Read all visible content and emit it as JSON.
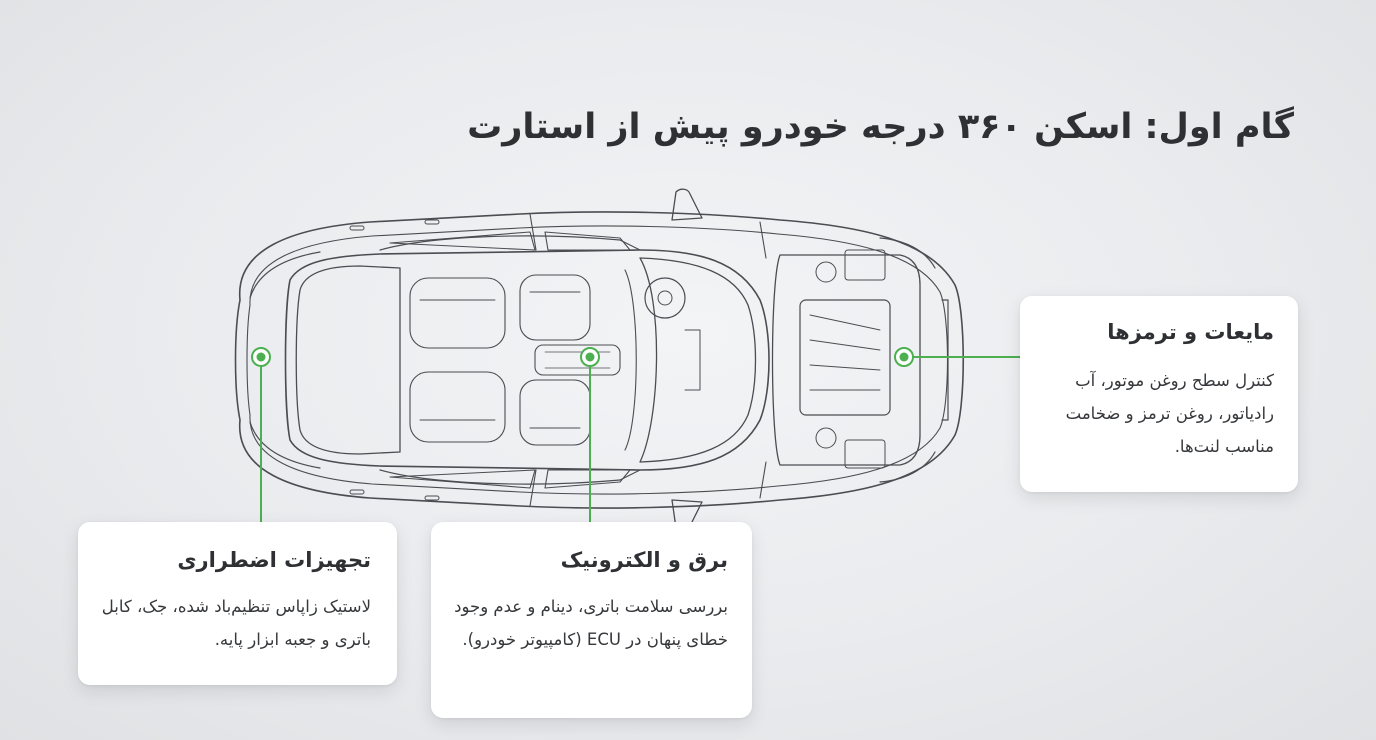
{
  "title": "گام اول: اسکن ۳۶۰ درجه خودرو پیش از استارت",
  "colors": {
    "accent": "#4caf50",
    "line": "#4a4d52",
    "card_bg": "#ffffff"
  },
  "cards": {
    "fluids": {
      "heading": "مایعات و ترمزها",
      "body": "کنترل سطح روغن موتور، آب رادیاتور، روغن ترمز و ضخامت مناسب لنت‌ها."
    },
    "emergency": {
      "heading": "تجهیزات اضطراری",
      "body": "لاستیک زاپاس تنظیم‌باد شده، جک، کابل باتری و جعبه ابزار پایه."
    },
    "electric": {
      "heading": "برق و الکترونیک",
      "body": "بررسی سلامت باتری، دینام و عدم وجود خطای پنهان در ECU (کامپیوتر خودرو)."
    }
  }
}
